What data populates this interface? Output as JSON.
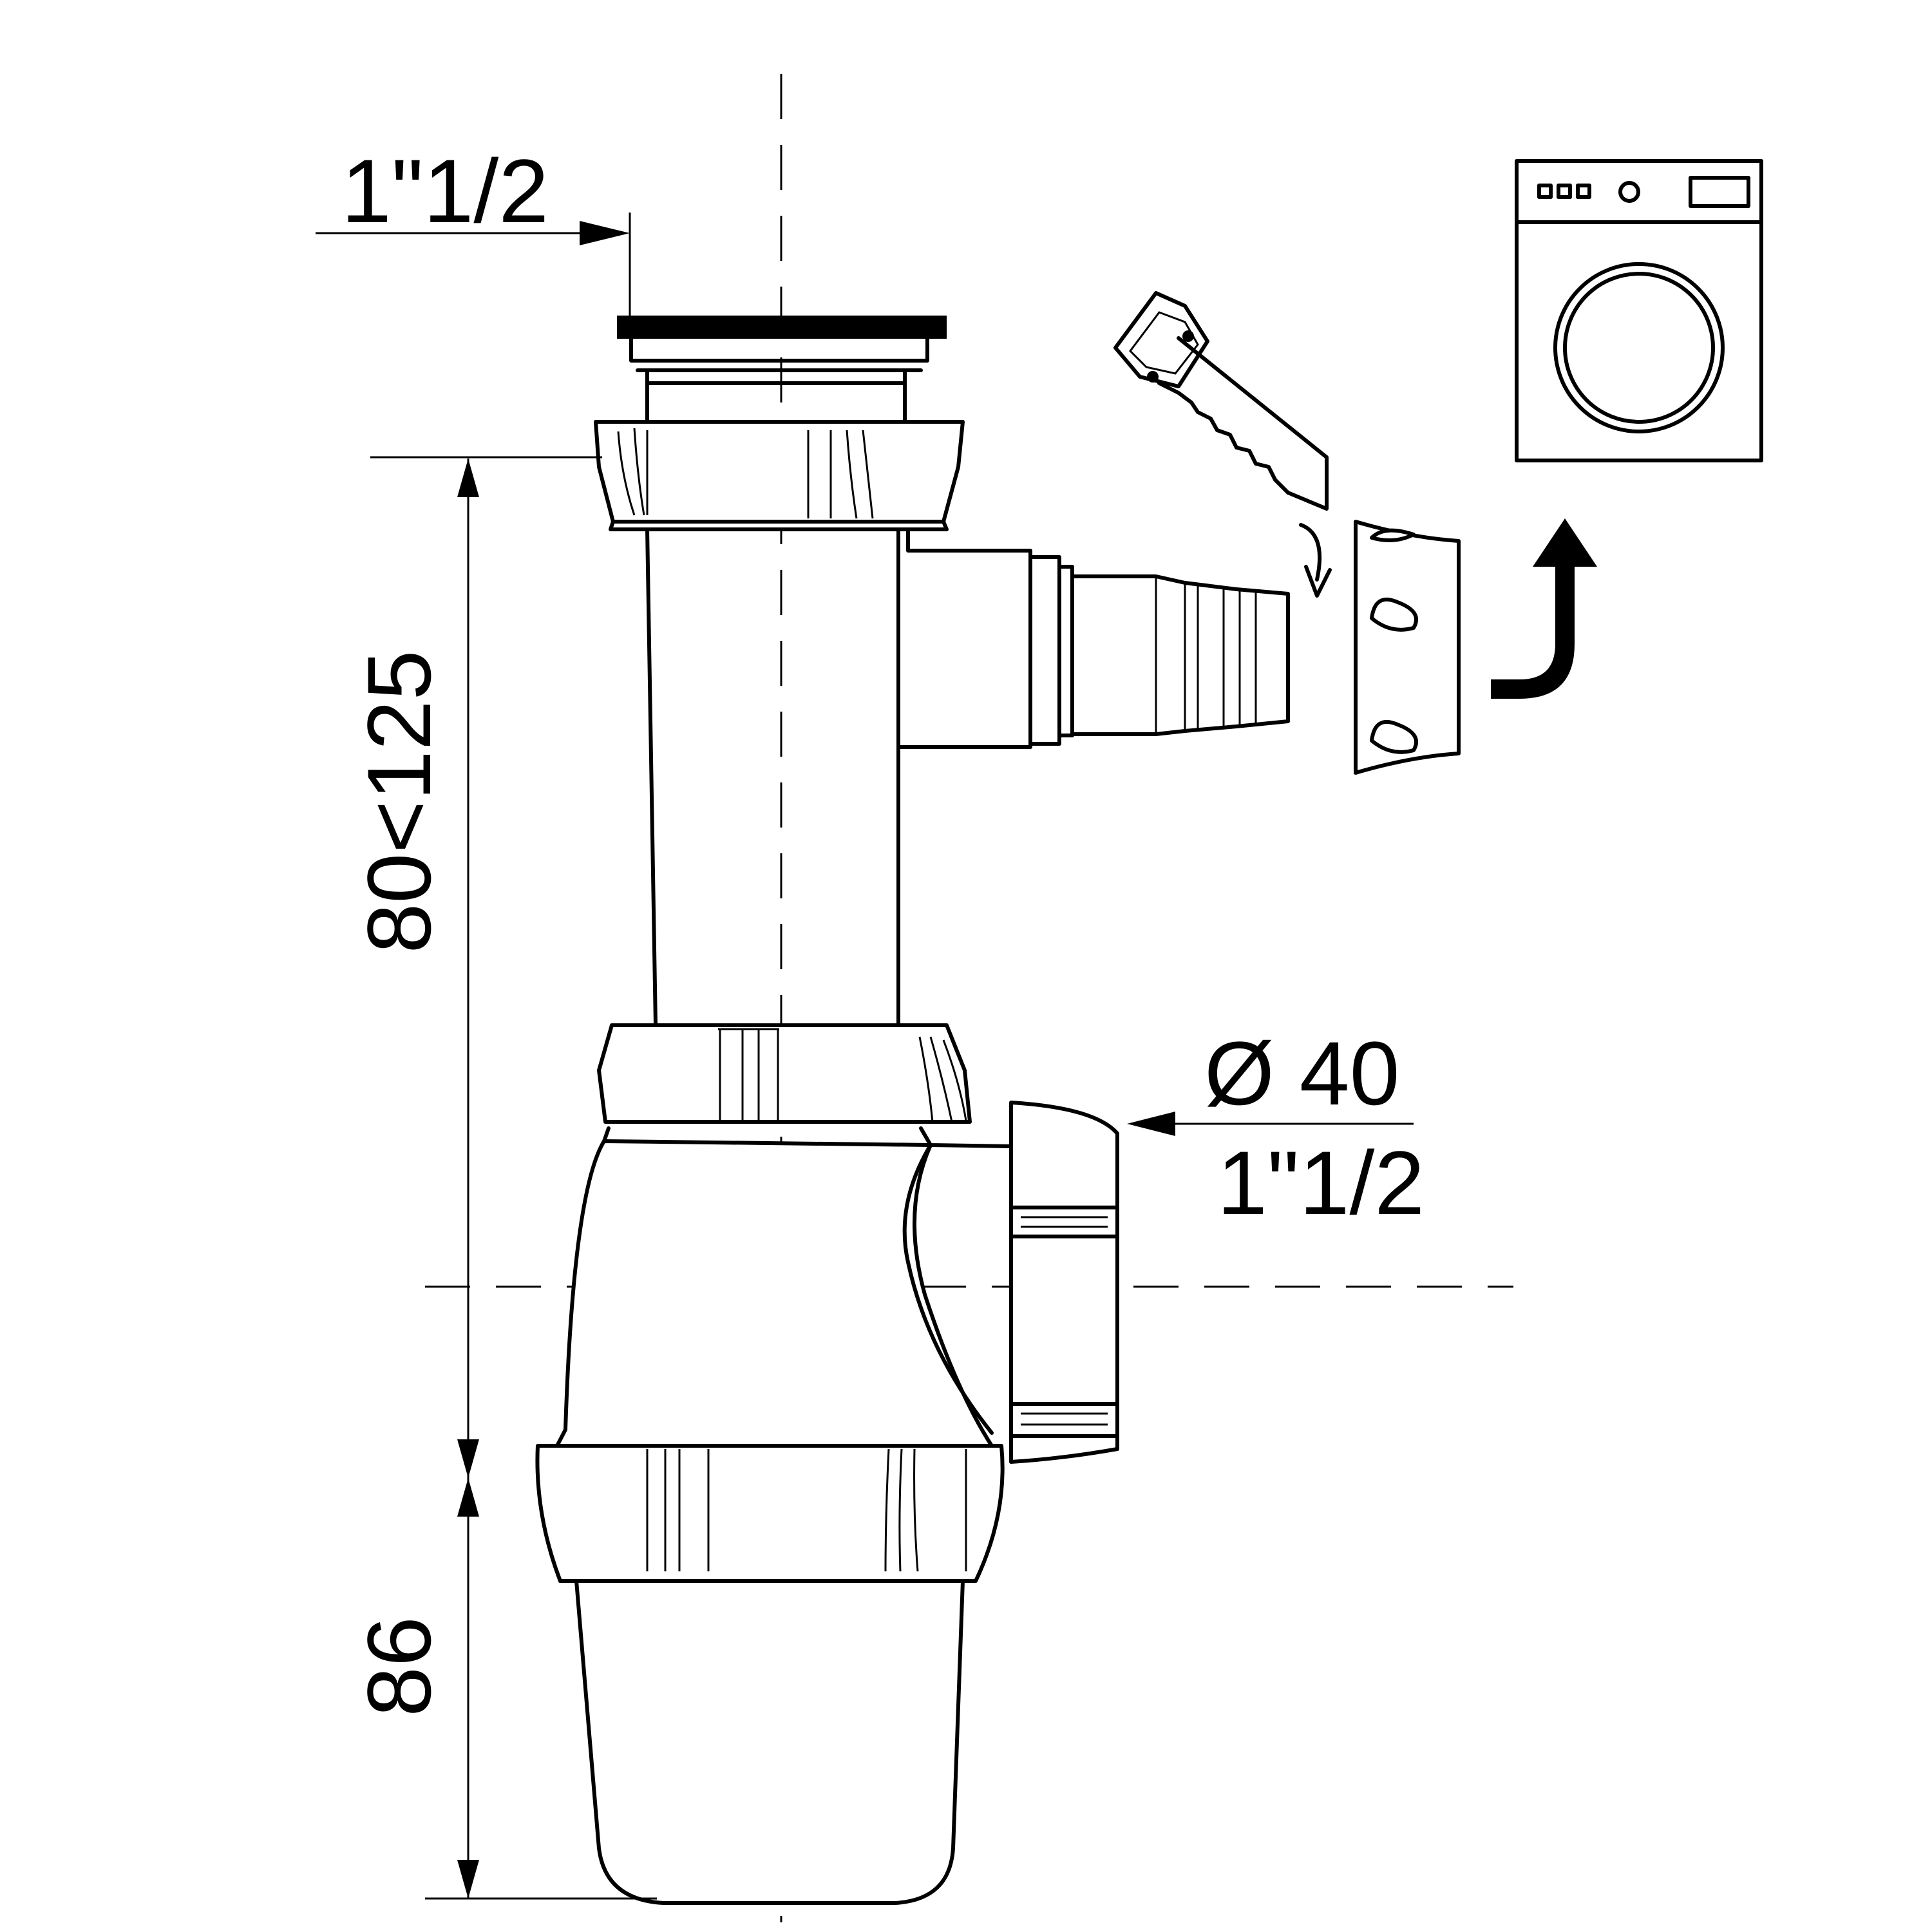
{
  "dimensions": {
    "top_thread": "1\"1/2",
    "height_range": "80<125",
    "bottom_height": "86",
    "outlet_diameter": "Ø 40",
    "outlet_thread": "1\"1/2"
  },
  "icons": {
    "saw": "saw-icon",
    "cap": "end-cap-icon",
    "washing_machine": "washing-machine-icon",
    "arrow": "curved-arrow-icon"
  }
}
